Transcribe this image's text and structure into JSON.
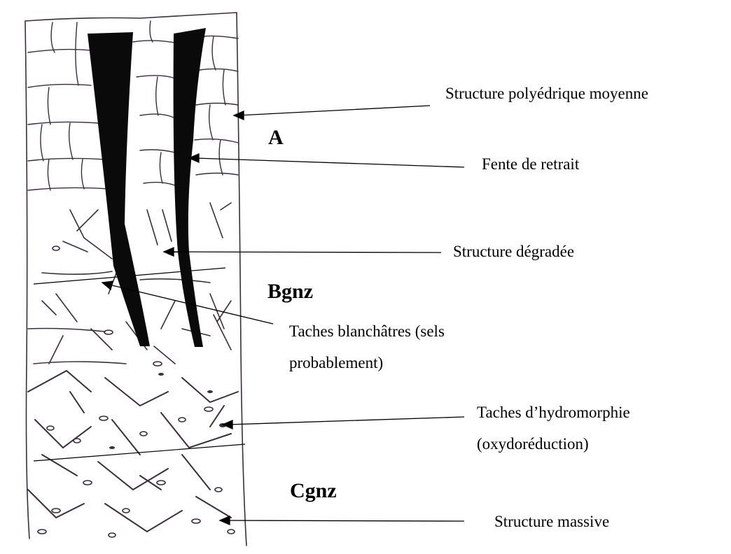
{
  "horizons": {
    "a": "A",
    "bgnz": "Bgnz",
    "cgnz": "Cgnz"
  },
  "annotations": {
    "structure_polyedrique": "Structure polyédrique moyenne",
    "fente_de_retrait": "Fente de retrait",
    "structure_degradee": "Structure dégradée",
    "taches_blanchatres_1": "Taches blanchâtres (sels",
    "taches_blanchatres_2": "probablement)",
    "taches_hydromorphie_1": "Taches d’hydromorphie",
    "taches_hydromorphie_2": "(oxydoréduction)",
    "structure_massive": "Structure massive"
  },
  "colors": {
    "ink": "#000000",
    "pencil": "#3a2f38",
    "crack_fill": "#0a0a0a"
  }
}
